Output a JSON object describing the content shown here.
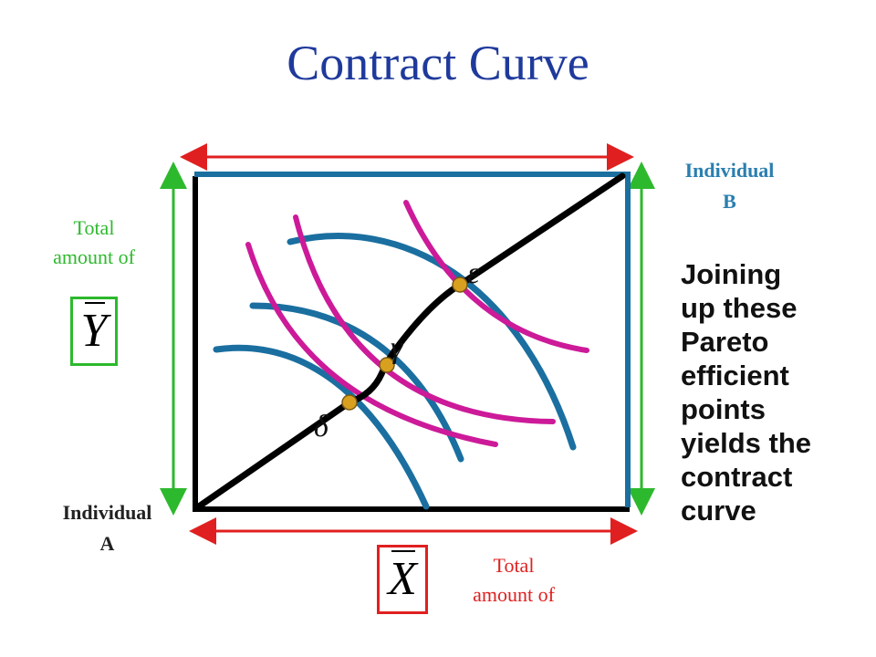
{
  "title": "Contract Curve",
  "labels": {
    "total_y": [
      "Total",
      "amount of"
    ],
    "total_x": [
      "Total",
      "amount of"
    ],
    "y_symbol": "Y",
    "x_symbol": "X",
    "individual_a": [
      "Individual",
      "A"
    ],
    "individual_b": [
      "Individual",
      "B"
    ]
  },
  "points": {
    "epsilon": "ε",
    "gamma": "γ",
    "delta": "δ"
  },
  "description": [
    "Joining",
    "up these",
    "Pareto",
    "efficient",
    "points",
    "yields the",
    "contract",
    "curve"
  ],
  "colors": {
    "title": "#1f3a9c",
    "indifference_a": "#1a6fa0",
    "indifference_b": "#cc1a99",
    "arrow_green": "#2db92d",
    "arrow_red": "#e02020",
    "point": "#d9a020",
    "box_top_right": "#1a6fa0"
  }
}
